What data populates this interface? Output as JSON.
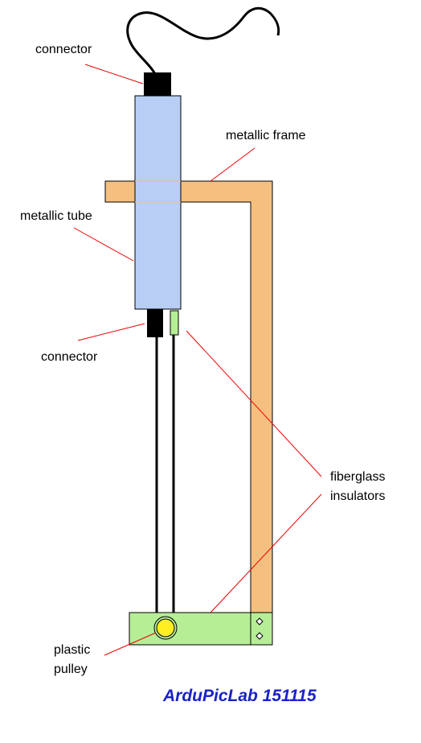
{
  "labels": {
    "connector_top": "connector",
    "metallic_frame": "metallic frame",
    "metallic_tube": "metallic tube",
    "connector_bottom": "connector",
    "fiberglass_line1": "fiberglass",
    "fiberglass_line2": "insulators",
    "pulley_line1": "plastic",
    "pulley_line2": "pulley"
  },
  "credit": "ArduPicLab 151115",
  "colors": {
    "tube": "#b8cef5",
    "frame": "#f5bf80",
    "insulator": "#b6ee96",
    "pulley": "#ffee22",
    "leader": "#ee0000",
    "credit": "#1a22c8"
  }
}
